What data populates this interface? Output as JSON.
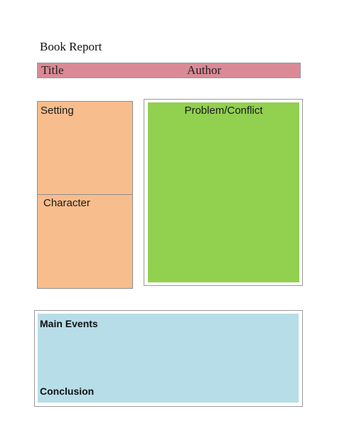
{
  "report": {
    "heading": "Book Report",
    "title_label": "Title",
    "author_label": "Author",
    "setting_label": "Setting",
    "character_label": "Character",
    "problem_label": "Problem/Conflict",
    "main_events_label": "Main Events",
    "conclusion_label": "Conclusion"
  },
  "colors": {
    "title_bar": "#d98a95",
    "setting_character": "#f8bd8c",
    "problem_conflict": "#92d050",
    "main_events": "#b7dde8"
  }
}
